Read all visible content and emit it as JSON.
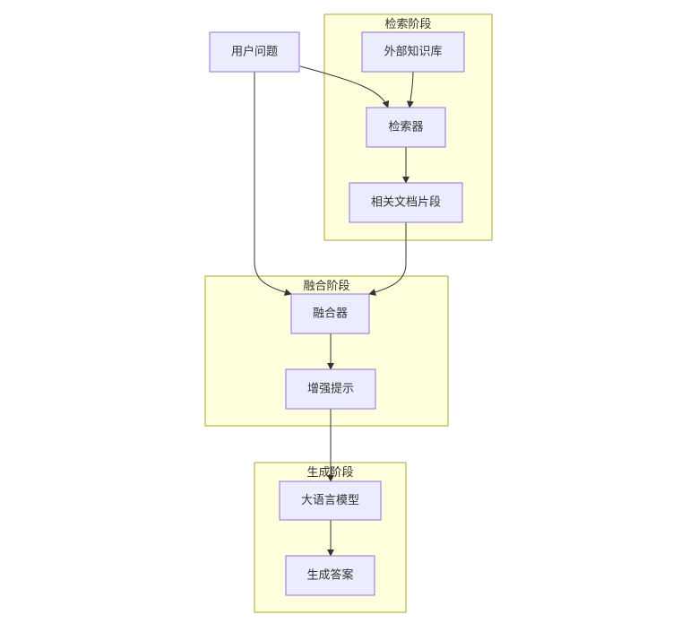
{
  "clusters": {
    "retrieval": {
      "label": "检索阶段"
    },
    "fusion": {
      "label": "融合阶段"
    },
    "generation": {
      "label": "生成阶段"
    }
  },
  "nodes": {
    "user_question": {
      "label": "用户问题"
    },
    "external_kb": {
      "label": "外部知识库"
    },
    "retriever": {
      "label": "检索器"
    },
    "relevant_chunks": {
      "label": "相关文档片段"
    },
    "fuser": {
      "label": "融合器"
    },
    "augmented_prompt": {
      "label": "增强提示"
    },
    "llm": {
      "label": "大语言模型"
    },
    "answer": {
      "label": "生成答案"
    }
  },
  "colors": {
    "cluster_fill": "#ffffde",
    "cluster_stroke": "#aaaa33",
    "node_fill": "#ececff",
    "node_stroke": "#9370db",
    "edge": "#333333"
  }
}
